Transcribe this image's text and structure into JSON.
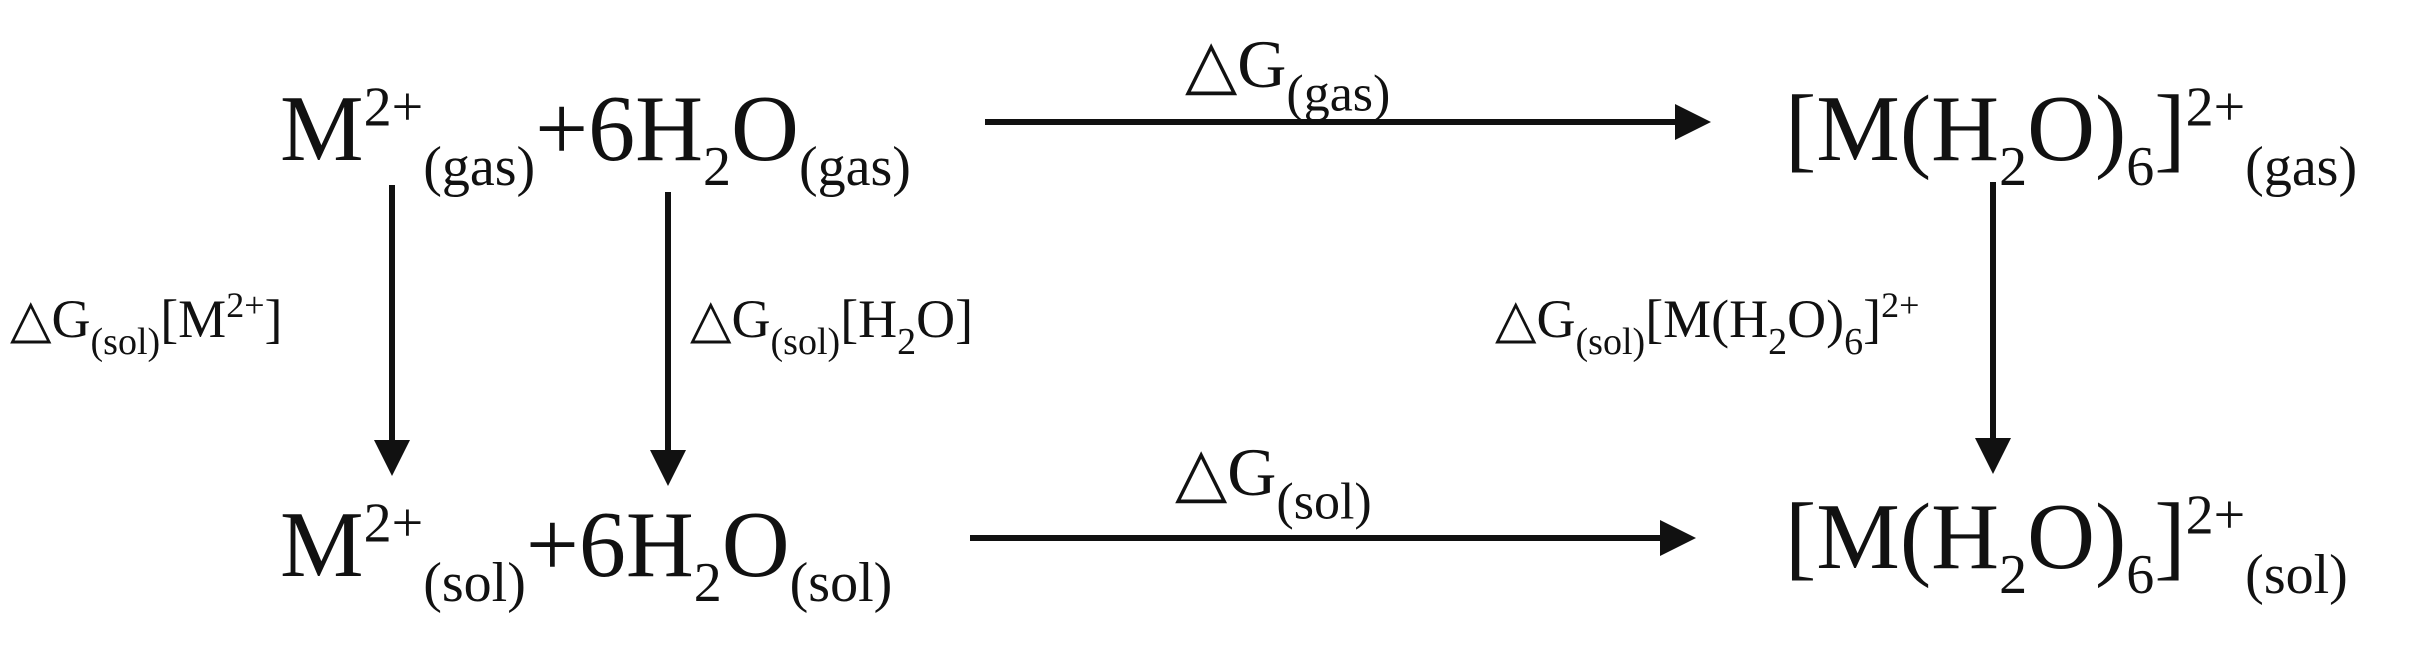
{
  "reactants_gas": {
    "metal": "M",
    "metal_charge": "2+",
    "metal_state": "(gas)",
    "plus_water": "+6H",
    "water_sub": "2",
    "water_o": "O",
    "water_state": "(gas)"
  },
  "product_gas": {
    "open": "[M(H",
    "h_sub": "2",
    "mid": "O)",
    "n_sub": "6",
    "close": "]",
    "charge": "2+",
    "state": "(gas)"
  },
  "reactants_sol": {
    "metal": "M",
    "metal_charge": "2+",
    "metal_state": "(sol)",
    "plus_water": "+6H",
    "water_sub": "2",
    "water_o": "O",
    "water_state": "(sol)"
  },
  "product_sol": {
    "open": "[M(H",
    "h_sub": "2",
    "mid": "O)",
    "n_sub": "6",
    "close": "]",
    "charge": "2+",
    "state": "(sol)"
  },
  "arrow_top_label": {
    "delta": "△",
    "g": "G",
    "state": "(gas)"
  },
  "arrow_bottom_label": {
    "delta": "△",
    "g": "G",
    "state": "(sol)"
  },
  "arrow_left_label": {
    "delta": "△",
    "g": "G",
    "state": "(sol)",
    "species_open": "[M",
    "species_charge": "2+",
    "species_close": "]"
  },
  "arrow_water_label": {
    "delta": "△",
    "g": "G",
    "state": "(sol)",
    "species_open": "[H",
    "species_sub": "2",
    "species_close": "O]"
  },
  "arrow_right_label": {
    "delta": "△",
    "g": "G",
    "state": "(sol)",
    "species_open": "[M(H",
    "species_sub": "2",
    "species_mid": "O)",
    "species_n": "6",
    "species_close": "]",
    "species_charge": "2+"
  },
  "colors": {
    "ink": "#111111",
    "background": "#ffffff"
  }
}
